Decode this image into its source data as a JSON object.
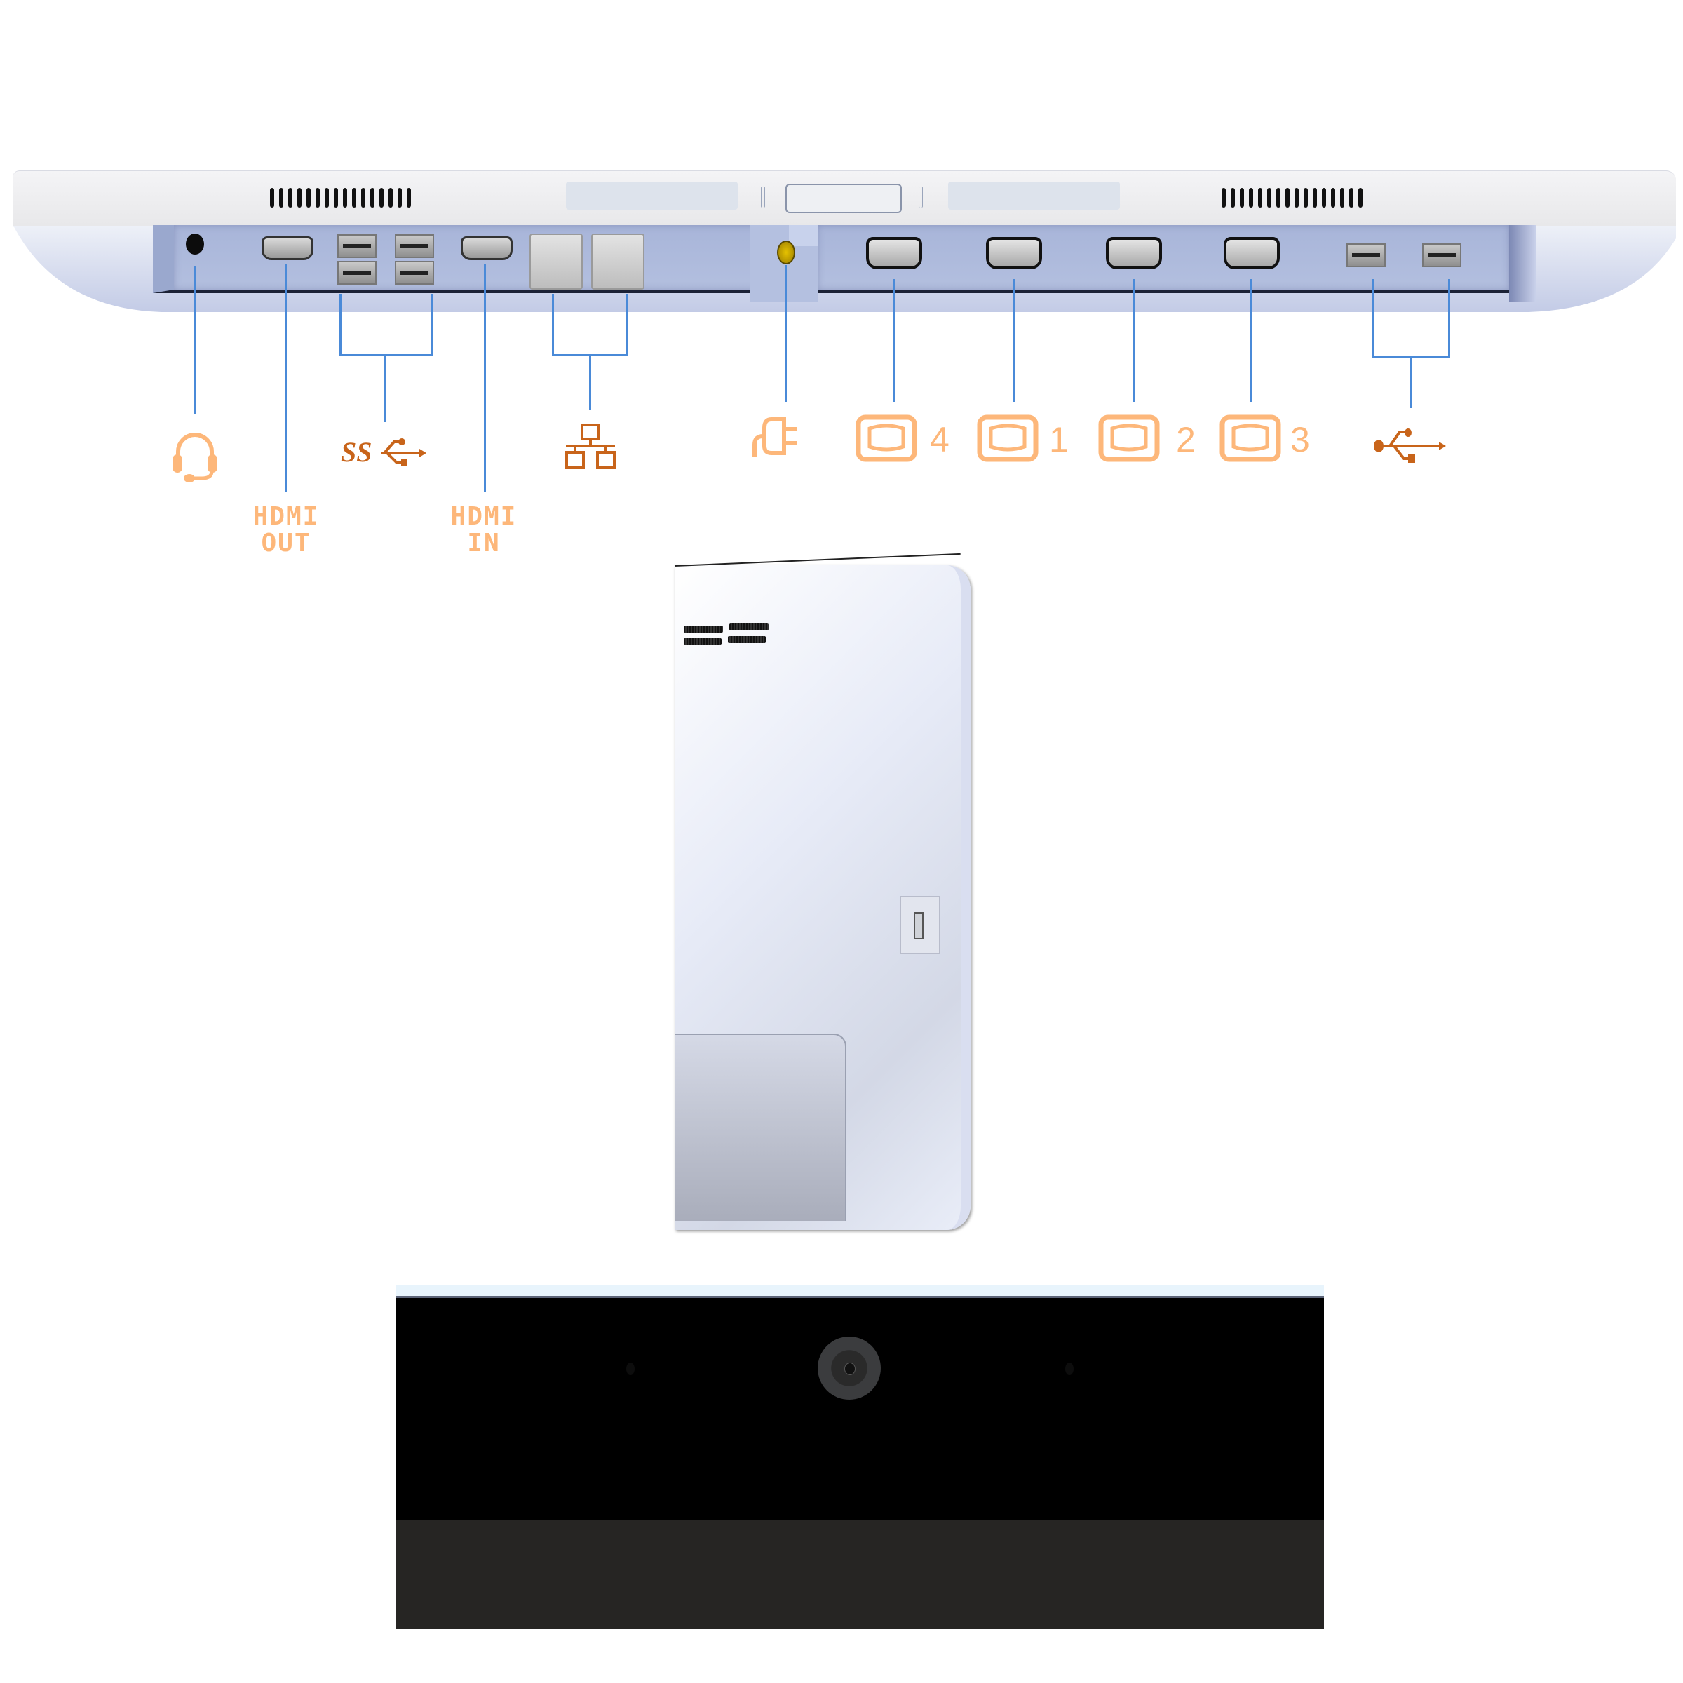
{
  "diagram": {
    "title": "All-in-one terminal port layout",
    "colors": {
      "callout_line": "#4a8ad8",
      "label_light_orange": "#fdb77a",
      "label_dark_orange": "#c8641a",
      "port_panel": "#a9b6d8",
      "bezel": "#000000",
      "bezel_lower": "#262523"
    },
    "bottom_view": {
      "ports": [
        {
          "id": "audio",
          "icon": "headset-icon",
          "label": ""
        },
        {
          "id": "hdmi-out",
          "icon": "hdmi-port",
          "label_line1": "HDMI",
          "label_line2": "OUT"
        },
        {
          "id": "usb3",
          "icon": "superspeed-usb-icon",
          "label": "SS",
          "count": 4
        },
        {
          "id": "hdmi-in",
          "icon": "hdmi-port",
          "label_line1": "HDMI",
          "label_line2": "IN"
        },
        {
          "id": "lan",
          "icon": "network-icon",
          "label": "",
          "count": 2
        },
        {
          "id": "dc-in",
          "icon": "power-plug-icon",
          "label": ""
        },
        {
          "id": "com4",
          "icon": "serial-port-icon",
          "label": "4"
        },
        {
          "id": "com1",
          "icon": "serial-port-icon",
          "label": "1"
        },
        {
          "id": "com2",
          "icon": "serial-port-icon",
          "label": "2"
        },
        {
          "id": "com3",
          "icon": "serial-port-icon",
          "label": "3"
        },
        {
          "id": "usb2",
          "icon": "usb-icon",
          "label": "",
          "count": 2
        }
      ]
    },
    "side_view": {
      "description": "Side view with rear vents, side USB port and rear door"
    },
    "front_view": {
      "description": "Top bezel with centered webcam and two microphones"
    }
  }
}
